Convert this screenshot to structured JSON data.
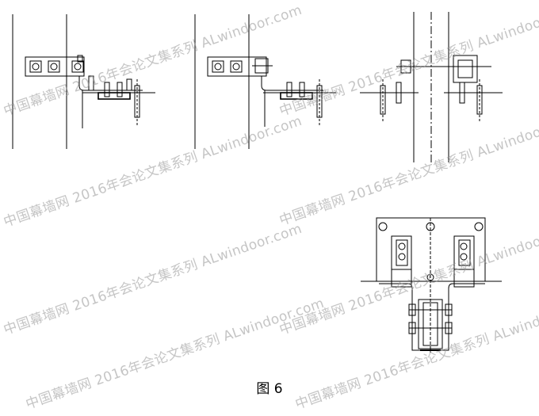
{
  "figure": {
    "caption": "图 6",
    "views": [
      "detail-view-1",
      "detail-view-2",
      "detail-view-3",
      "detail-view-4"
    ]
  },
  "watermark": {
    "text": "中国幕墙网 2016年会论文集系列 ALwindoor.com",
    "color": "#969696"
  }
}
